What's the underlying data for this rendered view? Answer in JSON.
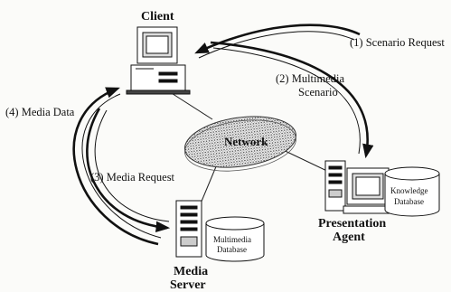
{
  "nodes": {
    "client": {
      "label": "Client"
    },
    "network": {
      "label": "Network"
    },
    "presentation_agent": {
      "label_line1": "Presentation",
      "label_line2": "Agent"
    },
    "media_server": {
      "label_line1": "Media",
      "label_line2": "Server"
    },
    "knowledge_db": {
      "line1": "Knowledge",
      "line2": "Database"
    },
    "multimedia_db": {
      "line1": "Multimedia",
      "line2": "Database"
    }
  },
  "flows": {
    "scenario_request": "(1) Scenario Request",
    "multimedia_scenario_line1": "(2) Multimedia",
    "multimedia_scenario_line2": "Scenario",
    "media_request": "(3) Media Request",
    "media_data": "(4) Media Data"
  },
  "colors": {
    "ink": "#111111",
    "paper": "#fbfbf9"
  }
}
